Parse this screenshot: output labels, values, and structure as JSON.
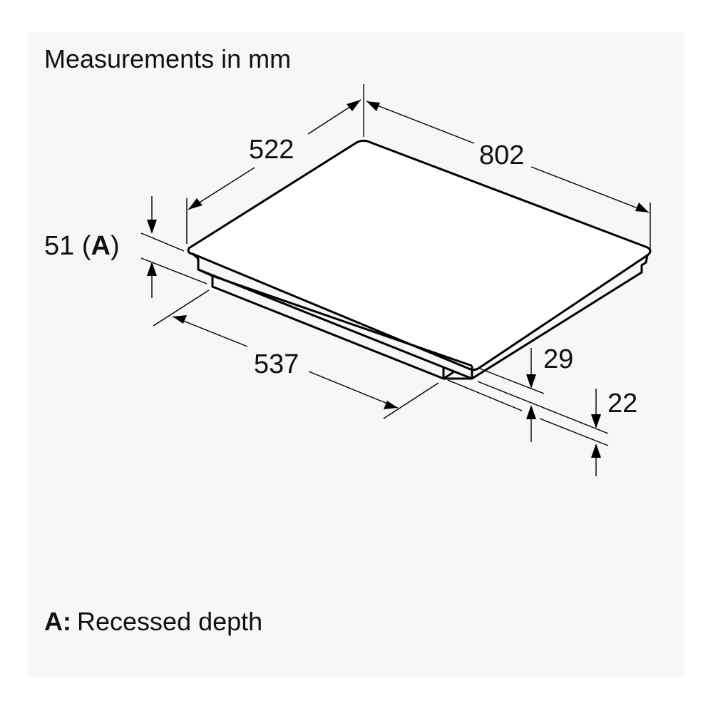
{
  "title": "Measurements in mm",
  "dimensions": {
    "depth": "522",
    "width": "802",
    "recess_num": "51 (",
    "recess_letter": "A",
    "recess_close": ")",
    "cutout_width": "537",
    "height_total": "29",
    "height_body": "22"
  },
  "legend": {
    "key": "A:",
    "text": "Recessed depth"
  }
}
